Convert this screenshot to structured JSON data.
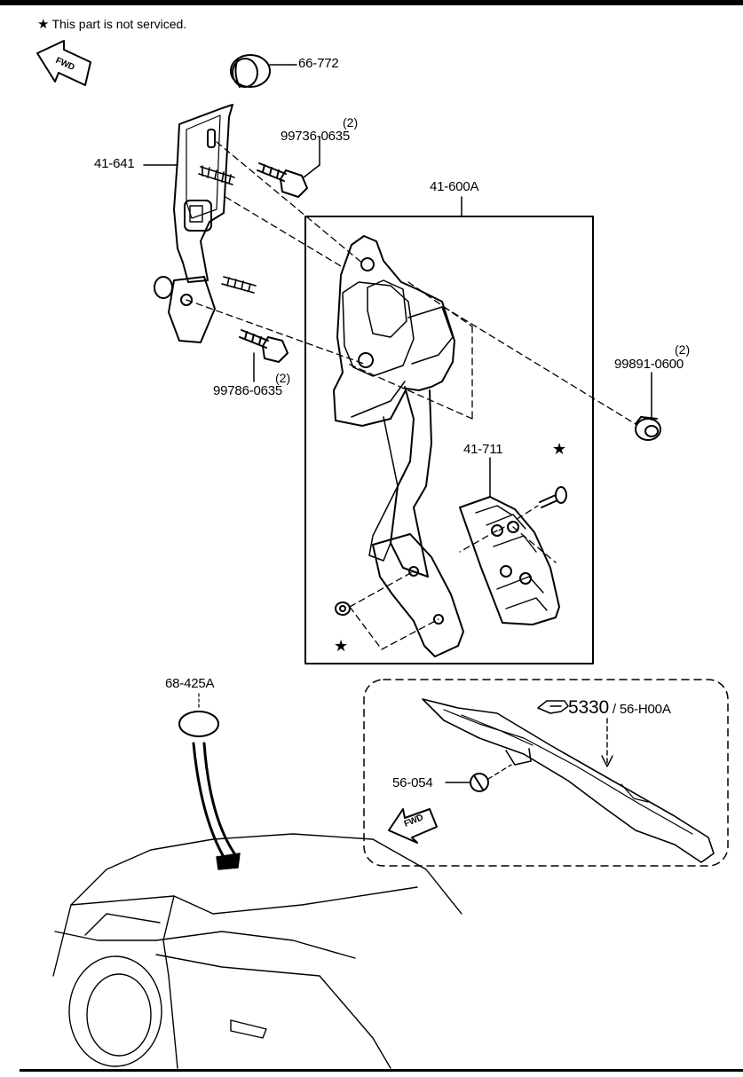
{
  "note": {
    "symbol": "★",
    "text": "This part is not serviced."
  },
  "fwd_label": "FWD",
  "callouts": {
    "grommet": "66-772",
    "bracket": "41-641",
    "upper_bolt": "99736-0635",
    "upper_bolt_qty": "(2)",
    "lower_bolt": "99786-0635",
    "lower_bolt_qty": "(2)",
    "pedal_assembly": "41-600A",
    "nut": "99891-0600",
    "nut_qty": "(2)",
    "pedal_pad": "41-711",
    "plug": "68-425A",
    "clip": "56-054",
    "ref_group": "5330",
    "ref_part": "/ 56-H00A"
  },
  "stars": [
    "★",
    "★"
  ],
  "icons": [
    "fwd-arrow-icon",
    "pointing-hand-icon",
    "star-icon"
  ],
  "colors": {
    "ink": "#000000",
    "paper": "#ffffff"
  }
}
